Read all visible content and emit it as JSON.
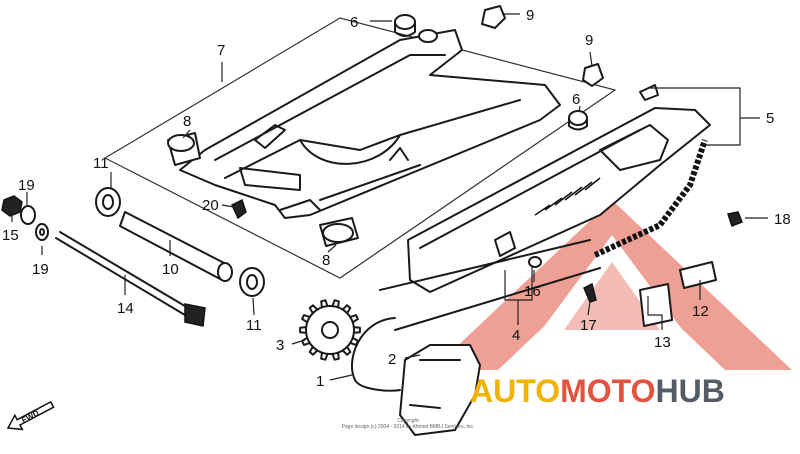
{
  "diagram": {
    "callouts": [
      "1",
      "2",
      "3",
      "4",
      "5",
      "6",
      "6",
      "7",
      "8",
      "8",
      "9",
      "9",
      "10",
      "11",
      "11",
      "12",
      "13",
      "14",
      "15",
      "16",
      "17",
      "18",
      "19",
      "19",
      "20"
    ],
    "direction_label": "FWD",
    "copyright_lines": [
      "Copyright",
      "Page design (c) 2004 - 2014 by Ahmed BMBJ Services, Inc."
    ]
  },
  "watermark": {
    "word_part1": "AUTO",
    "word_part2": "MOTO",
    "word_part3": "HUB",
    "colors": {
      "part1": "#f2b200",
      "part2": "#e2543f",
      "part3": "#555c66",
      "triangle": "#e2543f"
    }
  }
}
